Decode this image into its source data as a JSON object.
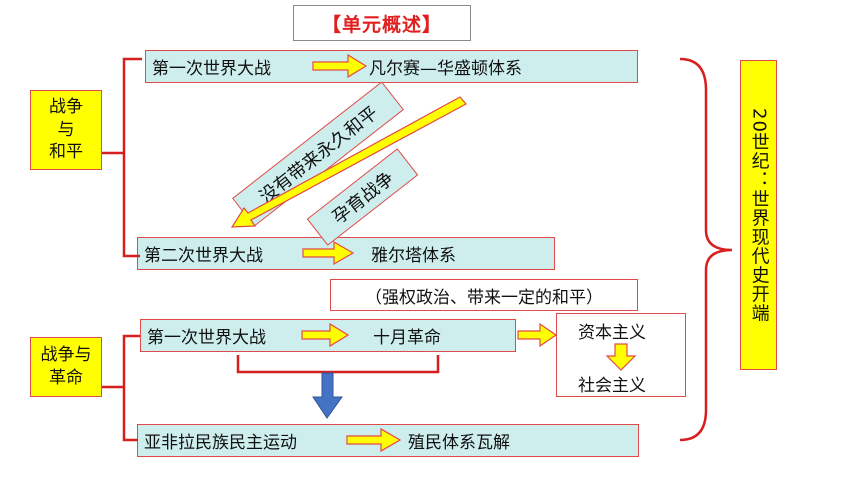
{
  "title": "【单元概述】",
  "left_labels": {
    "war_peace": "战争\n与\n和平",
    "war_revolution": "战争与\n革命"
  },
  "right_label": "20世纪：世界现代史开端",
  "rows": {
    "ww1_a": {
      "from": "第一次世界大战",
      "to": "凡尔赛—华盛顿体系"
    },
    "ww2": {
      "from": "第二次世界大战",
      "to": "雅尔塔体系"
    },
    "ww1_b": {
      "from": "第一次世界大战",
      "to": "十月革命"
    },
    "national": {
      "from": "亚非拉民族民主运动",
      "to": "殖民体系瓦解"
    }
  },
  "tilted": {
    "no_peace": "没有带来永久和平",
    "breeds_war": "孕育战争"
  },
  "note": "（强权政治、带来一定的和平）",
  "outcome": {
    "top": "资本主义",
    "bottom": "社会主义"
  },
  "colors": {
    "box_fill": "#cdeeed",
    "border_red": "#e24a4a",
    "arrow_yellow": "#ffff00",
    "arrow_blue": "#4472c4",
    "title_red": "#e21f1f"
  }
}
